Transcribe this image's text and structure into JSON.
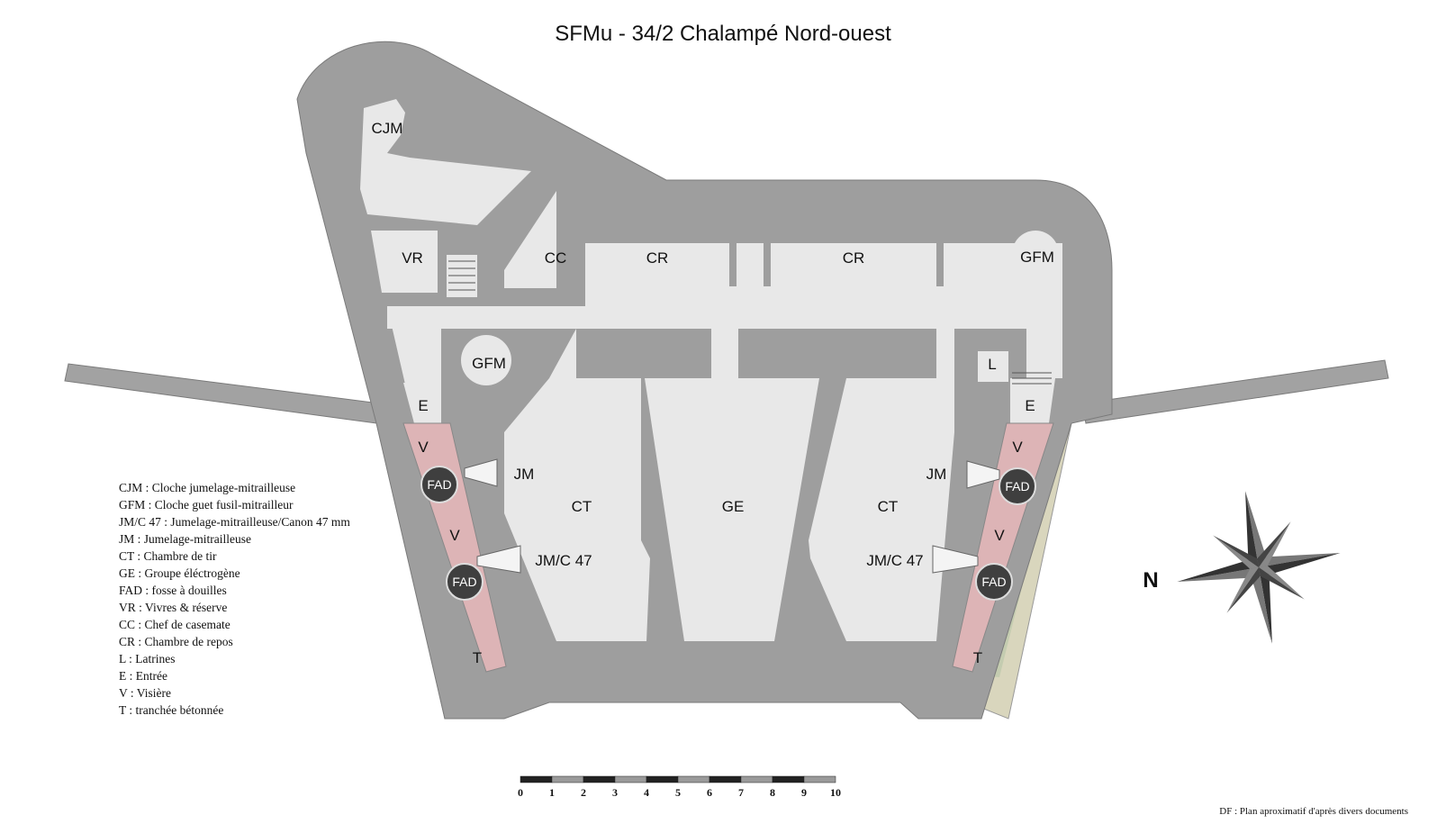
{
  "title": "SFMu  -  34/2  Chalampé Nord-ouest",
  "legend": [
    "CJM : Cloche jumelage-mitrailleuse",
    "GFM : Cloche guet fusil-mitrailleur",
    "JM/C 47 : Jumelage-mitrailleuse/Canon 47 mm",
    "JM : Jumelage-mitrailleuse",
    "CT : Chambre de tir",
    "GE : Groupe éléctrogène",
    "FAD : fosse à douilles",
    "VR : Vivres & réserve",
    "CC : Chef de casemate",
    "CR : Chambre de repos",
    "L : Latrines",
    "E : Entrée",
    "V : Visière",
    "T : tranchée bétonnée"
  ],
  "rooms": {
    "cjm": "CJM",
    "vr": "VR",
    "cc": "CC",
    "cr1": "CR",
    "cr2": "CR",
    "gfm_right": "GFM",
    "gfm_left": "GFM",
    "l": "L",
    "e_left": "E",
    "e_right": "E",
    "v_left_top": "V",
    "v_left_bottom": "V",
    "v_right_top": "V",
    "v_right_bottom": "V",
    "fad_left_top": "FAD",
    "fad_left_bottom": "FAD",
    "fad_right_top": "FAD",
    "fad_right_bottom": "FAD",
    "jm_left": "JM",
    "jm_right": "JM",
    "jmc47_left": "JM/C 47",
    "jmc47_right": "JM/C 47",
    "ct_left": "CT",
    "ct_right": "CT",
    "ge": "GE",
    "t_left": "T",
    "t_right": "T"
  },
  "compass": {
    "label": "N"
  },
  "scale_bar": {
    "ticks": [
      "0",
      "1",
      "2",
      "3",
      "4",
      "5",
      "6",
      "7",
      "8",
      "9",
      "10"
    ]
  },
  "credit": "DF : Plan aproximatif d'après divers documents",
  "colors": {
    "concrete": "#9e9e9e",
    "interior": "#e8e8e8",
    "visor": "#ddb4b6",
    "trench_green": "#c4ccb0",
    "trench_sand": "#d9d6bd",
    "fad": "#3f3f3f"
  }
}
